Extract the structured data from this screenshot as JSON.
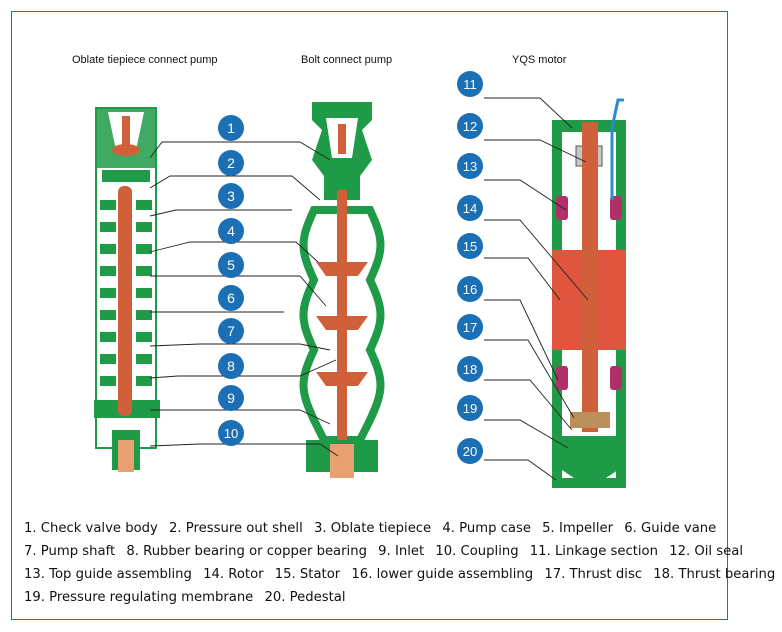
{
  "titles": {
    "oblate": "Oblate tiepiece connect pump",
    "bolt": "Bolt connect pump",
    "motor": "YQS motor"
  },
  "markers": [
    "1",
    "2",
    "3",
    "4",
    "5",
    "6",
    "7",
    "8",
    "9",
    "10",
    "11",
    "12",
    "13",
    "14",
    "15",
    "16",
    "17",
    "18",
    "19",
    "20"
  ],
  "legend": [
    "1. Check valve body",
    "2. Pressure out shell",
    "3. Oblate tiepiece",
    "4. Pump case",
    "5. Impeller",
    "6. Guide vane",
    "7. Pump shaft",
    "8. Rubber bearing or copper bearing",
    "9. Inlet",
    "10. Coupling",
    "11. Linkage section",
    "12. Oil seal",
    "13. Top guide assembling",
    "14. Rotor",
    "15. Stator",
    "16. lower guide assembling",
    "17. Thrust disc",
    "18. Thrust bearing",
    "19. Pressure regulating membrane",
    "20. Pedestal"
  ],
  "colors": {
    "frame": "#2b6fa6",
    "marker": "#1b6fb4",
    "casing": "#1f9a46",
    "shaft": "#d0603a",
    "rotor": "#e0553e",
    "winding": "#b0306a"
  }
}
